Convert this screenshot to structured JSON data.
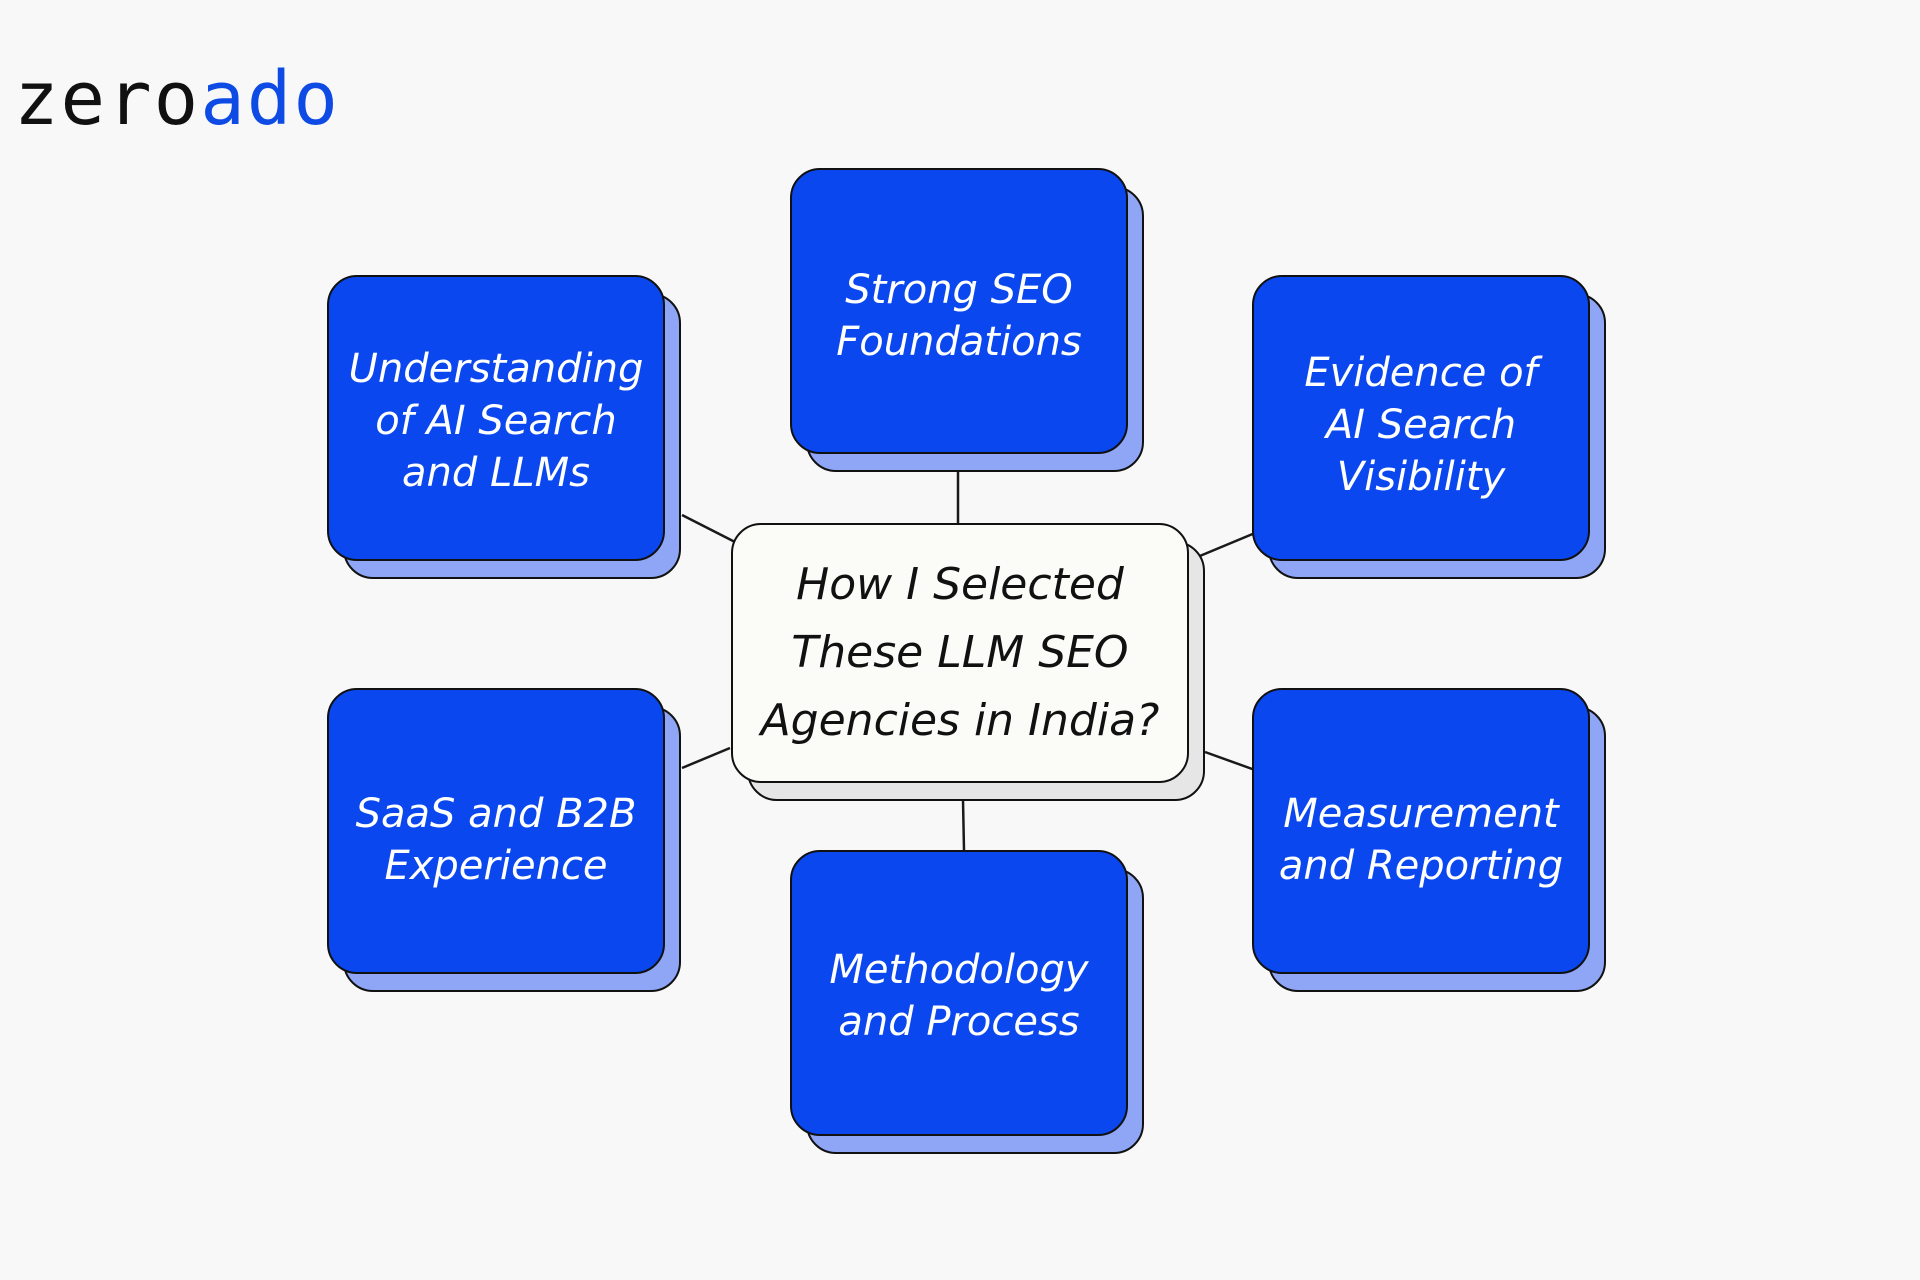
{
  "logo": {
    "part1": "zero",
    "part2": "ado"
  },
  "colors": {
    "brand": "#0e4be5",
    "node_fill": "#0a47ef",
    "node_shadow": "#8ea6f5",
    "center_fill": "#fbfbf8"
  },
  "center": {
    "label": "How I Selected\nThese LLM SEO\nAgencies in India?"
  },
  "nodes": [
    {
      "label": "Strong SEO\nFoundations"
    },
    {
      "label": "Understanding\nof AI Search\nand LLMs"
    },
    {
      "label": "Evidence of\nAI Search\nVisibility"
    },
    {
      "label": "SaaS and B2B\nExperience"
    },
    {
      "label": "Measurement\nand Reporting"
    },
    {
      "label": "Methodology\nand Process"
    }
  ]
}
